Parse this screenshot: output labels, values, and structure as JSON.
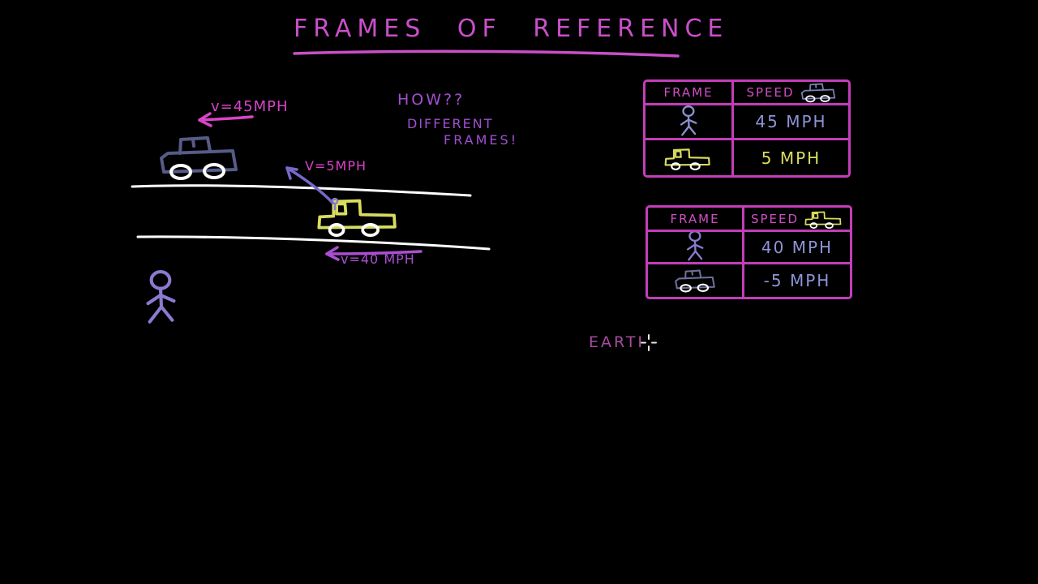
{
  "title": {
    "text": "FRAMES OF REFERENCE"
  },
  "annotations": {
    "car_velocity_label": "v=45MPH",
    "truck_velocity_label": "V=5MPH",
    "road_velocity_label": "v=40 MPH",
    "how_line": "HOW??",
    "different_line": "DIFFERENT",
    "frames_line": "FRAMES!",
    "earth_partial_label": "EARTI"
  },
  "tables": [
    {
      "name": "car-frame-table",
      "col_frame": "FRAME",
      "col_speed": "SPEED",
      "header_icon": "blue-car-icon",
      "rows": [
        {
          "icon": "person-icon",
          "speed": "45 MPH"
        },
        {
          "icon": "yellow-truck-icon",
          "speed": "5 MPH"
        }
      ]
    },
    {
      "name": "truck-frame-table",
      "col_frame": "FRAME",
      "col_speed": "SPEED",
      "header_icon": "yellow-truck-icon",
      "rows": [
        {
          "icon": "person-icon",
          "speed": "40 MPH"
        },
        {
          "icon": "blue-car-icon",
          "speed": "-5 MPH"
        }
      ]
    }
  ],
  "icons": {
    "blue-car-icon": "hand-drawn car outline, white wheels",
    "yellow-truck-icon": "hand-drawn pickup truck outline, white wheels",
    "person-icon": "stick figure",
    "drawing-cursor": "white crosshair",
    "left-arrow": "hand-drawn arrow pointing left"
  },
  "colors": {
    "background": "#000000",
    "magenta": "#c94fc9",
    "pink_label": "#d844c8",
    "purple_label": "#a050d0",
    "table_border": "#c23eb8",
    "periwinkle_text": "#8d93d6",
    "yellow": "#d8dc5e",
    "car_blue": "#565b87",
    "stick_purple": "#8b7ad0",
    "road_white": "#ffffff"
  }
}
